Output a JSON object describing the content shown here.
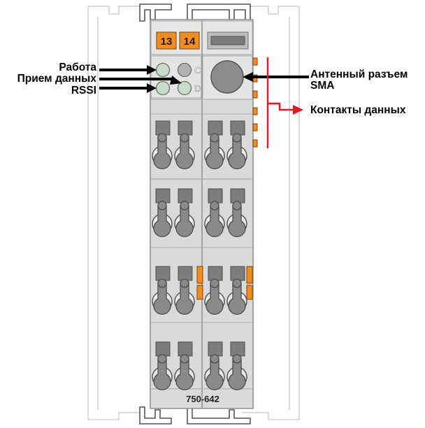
{
  "module": {
    "terminal_numbers": [
      "13",
      "14"
    ],
    "model": "750-642",
    "led_letters": [
      "C",
      "D"
    ]
  },
  "labels": {
    "left": [
      "Работа",
      "Прием данных",
      "RSSI"
    ],
    "antenna": [
      "Антенный разъем",
      "SMA"
    ],
    "data_contacts": "Контакты данных"
  },
  "colors": {
    "housing": "#d9d9d9",
    "housing_light": "#e6e6e6",
    "outline": "#9a9a9a",
    "led_green": "#c7ddc8",
    "connector_gray": "#8c8c8c",
    "orange": "#f28c1e",
    "red": "#e8161e"
  }
}
